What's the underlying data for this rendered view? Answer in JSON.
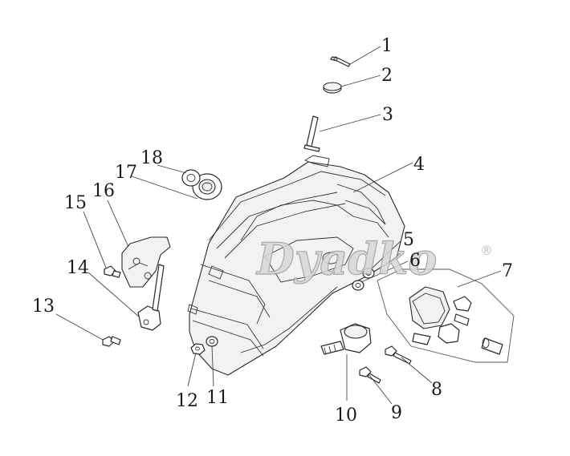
{
  "callouts": {
    "c1": "1",
    "c2": "2",
    "c3": "3",
    "c4": "4",
    "c5": "5",
    "c6": "6",
    "c7": "7",
    "c8": "8",
    "c9": "9",
    "c10": "10",
    "c11": "11",
    "c12": "12",
    "c13": "13",
    "c14": "14",
    "c15": "15",
    "c16": "16",
    "c17": "17",
    "c18": "18"
  },
  "watermark": {
    "text": "Dyadko",
    "mark": "®"
  },
  "colors": {
    "line": "#2a2a2a",
    "watermark": "#9a9a9a",
    "background": "#ffffff"
  }
}
